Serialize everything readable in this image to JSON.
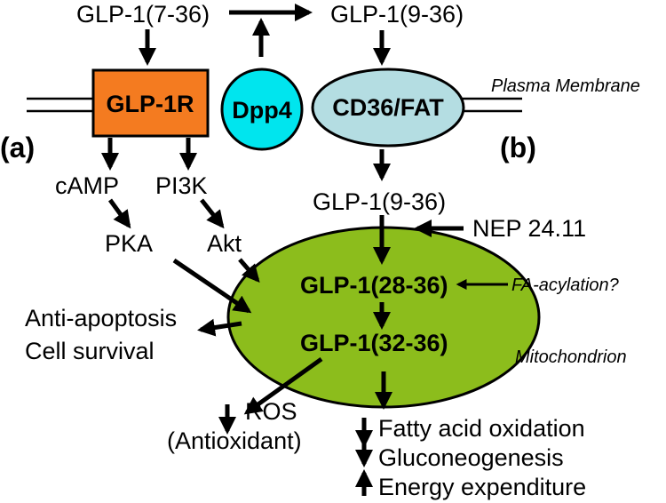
{
  "nodes": {
    "glp1_7_36": "GLP-1(7-36)",
    "glp1_9_36_top": "GLP-1(9-36)",
    "glp1r": "GLP-1R",
    "dpp4": "Dpp4",
    "cd36": "CD36/FAT",
    "plasma_membrane": "Plasma Membrane",
    "panel_a": "(a)",
    "panel_b": "(b)",
    "camp": "cAMP",
    "pi3k": "PI3K",
    "pka": "PKA",
    "akt": "Akt",
    "glp1_9_36_mid": "GLP-1(9-36)",
    "nep": "NEP 24.11",
    "glp1_28_36": "GLP-1(28-36)",
    "fa_acylation": "FA-acylation?",
    "glp1_32_36": "GLP-1(32-36)",
    "mitochondrion": "Mitochondrion",
    "anti_apoptosis": "Anti-apoptosis",
    "cell_survival": "Cell survival",
    "ros": "ROS",
    "antioxidant": "(Antioxidant)",
    "fatty_acid_oxidation": "Fatty acid oxidation",
    "gluconeogenesis": "Gluconeogenesis",
    "energy_expenditure": "Energy expenditure"
  },
  "colors": {
    "glp1r_fill": "#f47b20",
    "dpp4_fill": "#00e5ee",
    "cd36_fill": "#b4dde2",
    "mitochondrion_fill": "#8cbd1c",
    "stroke": "#000000"
  }
}
